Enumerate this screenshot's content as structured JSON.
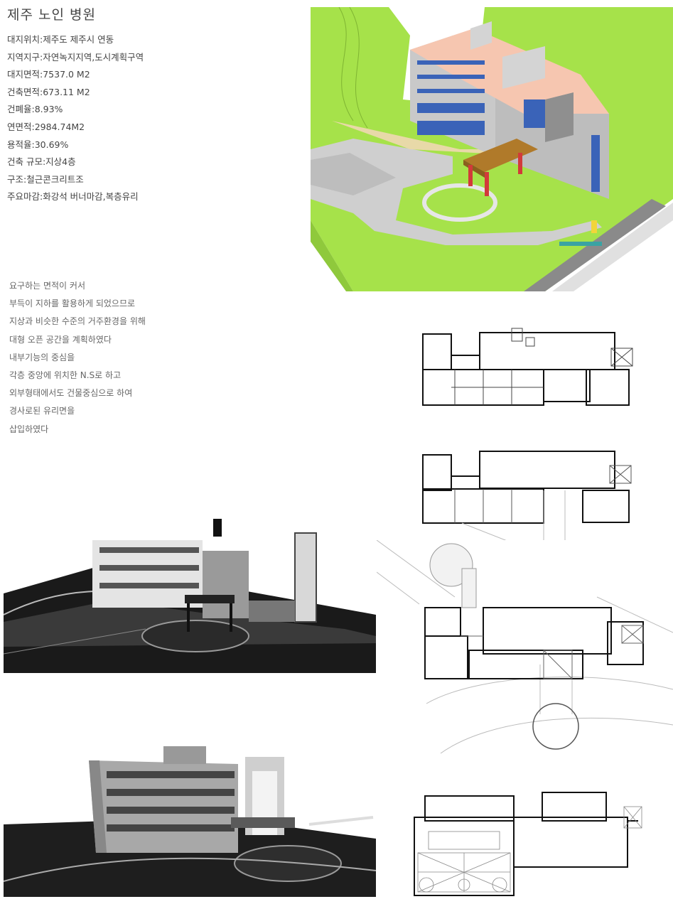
{
  "title": "제주 노인 병원",
  "specs": [
    "대지위치:제주도 제주시 연동",
    "지역지구:자연녹지지역,도시계획구역",
    "대지면적:7537.0   M2",
    "건축면적:673.11 M2",
    "건폐율:8.93%",
    "연면적:2984.74M2",
    "용적율:30.69%",
    "건축 규모:지상4층",
    "구조:철근콘크리트조",
    "주요마감:화강석 버너마감,복층유리"
  ],
  "description": [
    "요구하는 면적이 커서",
    "부득이 지하를 활용하게 되었으므로",
    "지상과 비슷한 수준의 거주환경을 위해",
    "대형 오픈 공간을 계획하였다",
    "내부기능의 중심을",
    "각층 중앙에 위치한 N.S로 하고",
    "외부형태에서도 건물중심으로 하여",
    "경사로된 유리면을",
    "삽입하였다"
  ],
  "colors": {
    "grass": "#a6e24a",
    "roof": "#f6c6b0",
    "facade": "#c9c9c9",
    "glass": "#3a63b8",
    "canopy": "#b07a2a",
    "column": "#d23a3a"
  }
}
